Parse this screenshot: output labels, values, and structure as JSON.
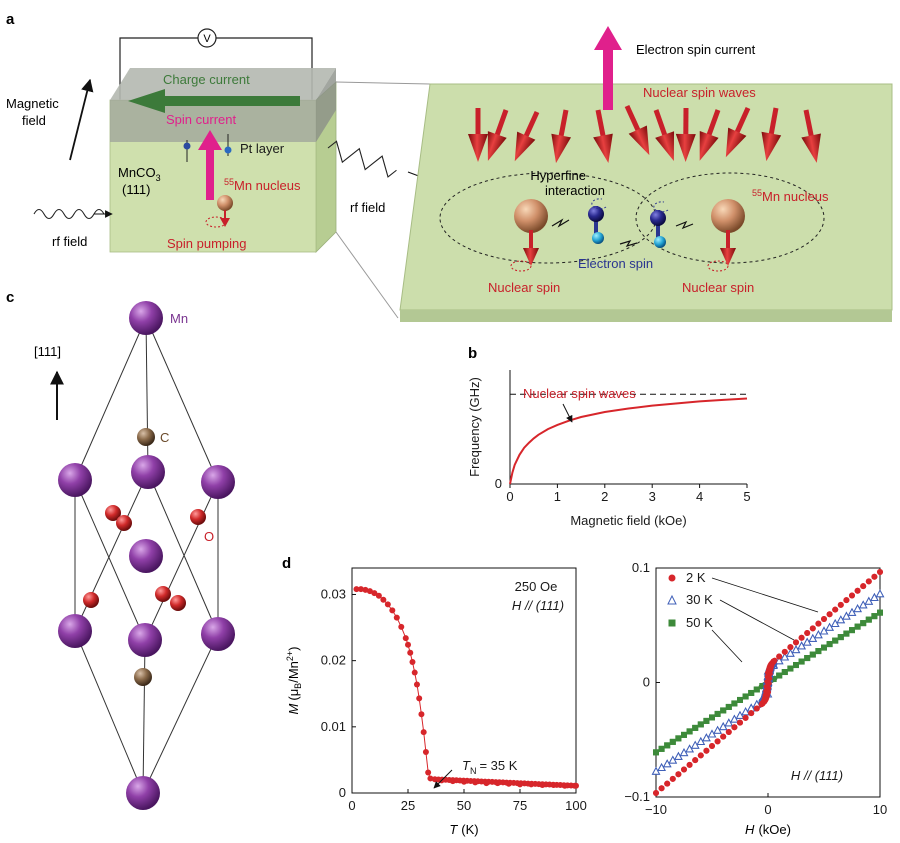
{
  "panels": {
    "a": "a",
    "b": "b",
    "c": "c",
    "d": "d"
  },
  "panel_a": {
    "voltmeter": "V",
    "magnetic_field": [
      "Magnetic",
      "field"
    ],
    "charge_current": "Charge current",
    "spin_current": "Spin current",
    "pt_layer": "Pt layer",
    "sample_name": "MnCO",
    "sample_sub": "3",
    "sample_orientation": "(111)",
    "nucleus_mass": "55",
    "nucleus_label": "Mn nucleus",
    "rf_field": "rf field",
    "spin_pumping": "Spin pumping",
    "electron_spin_current": "Electron spin current",
    "nuclear_spin_waves": "Nuclear spin waves",
    "hyperfine": [
      "Hyperfine",
      "interaction"
    ],
    "electron_spin": "Electron spin",
    "nuclear_spin": "Nuclear spin"
  },
  "panel_c": {
    "direction": "[111]",
    "mn": "Mn",
    "c": "C",
    "o": "O"
  },
  "chart_data": [
    {
      "id": "b",
      "type": "line",
      "x": [
        0,
        0.05,
        0.1,
        0.2,
        0.3,
        0.4,
        0.5,
        0.6,
        0.8,
        1.0,
        1.25,
        1.5,
        2.0,
        2.5,
        3.0,
        3.5,
        4.0,
        4.5,
        5.0
      ],
      "series": [
        {
          "values": [
            0,
            0.08,
            0.135,
            0.205,
            0.255,
            0.29,
            0.32,
            0.345,
            0.385,
            0.415,
            0.445,
            0.47,
            0.505,
            0.53,
            0.55,
            0.565,
            0.58,
            0.59,
            0.6
          ],
          "color": "#d7262b"
        }
      ],
      "asymptote": 0.63,
      "annotation": "Nuclear spin waves",
      "xlabel": "Magnetic field (kOe)",
      "ylabel": "Frequency (GHz)",
      "xticks": [
        "0",
        "1",
        "2",
        "3",
        "4",
        "5"
      ],
      "yticks": [
        "0"
      ],
      "xlim": [
        0,
        5
      ],
      "ylim": [
        0,
        0.8
      ]
    },
    {
      "id": "d-left",
      "type": "scatter",
      "x": [
        2,
        4,
        6,
        8,
        10,
        12,
        14,
        16,
        18,
        20,
        22,
        24,
        25,
        26,
        27,
        28,
        29,
        30,
        31,
        32,
        33,
        34,
        35,
        40,
        45,
        50,
        55,
        60,
        65,
        70,
        75,
        80,
        85,
        90,
        95,
        100
      ],
      "series": [
        {
          "values": [
            0.0308,
            0.0308,
            0.0307,
            0.0305,
            0.0302,
            0.0298,
            0.0292,
            0.0285,
            0.0276,
            0.0265,
            0.0251,
            0.0234,
            0.0224,
            0.0212,
            0.0198,
            0.0182,
            0.0164,
            0.0143,
            0.0119,
            0.0092,
            0.0062,
            0.0031,
            0.0022,
            0.0019,
            0.0018,
            0.0017,
            0.0016,
            0.0015,
            0.0015,
            0.0014,
            0.0013,
            0.0013,
            0.0012,
            0.0012,
            0.0011,
            0.0011
          ],
          "color": "#d7262b"
        }
      ],
      "annotation_tn": "T",
      "annotation_tn_sub": "N",
      "annotation_tn_value": "= 35 K",
      "note_field": "250 Oe",
      "note_axis": "H // (111)",
      "xlabel_var": "T",
      "xlabel_unit": "(K)",
      "ylabel_var": "M",
      "ylabel_unit_a": "(μ",
      "ylabel_unit_b": "B",
      "ylabel_unit_c": "/Mn",
      "ylabel_unit_d": "2+",
      "ylabel_unit_e": ")",
      "xticks": [
        "0",
        "25",
        "50",
        "75",
        "100"
      ],
      "yticks": [
        "0",
        "0.01",
        "0.02",
        "0.03"
      ],
      "xlim": [
        0,
        100
      ],
      "ylim": [
        0,
        0.034
      ]
    },
    {
      "id": "d-right",
      "type": "scatter",
      "series": [
        {
          "name": "2 K",
          "color": "#d7262b",
          "marker": "circle",
          "slope": 0.0082,
          "jump": 0.0145,
          "width": 0.12
        },
        {
          "name": "30 K",
          "color": "#4060b8",
          "marker": "triangle",
          "slope": 0.0065,
          "jump": 0.0125,
          "width": 0.2
        },
        {
          "name": "50 K",
          "color": "#3d8a3a",
          "marker": "square",
          "slope": 0.0061,
          "jump": 0.0,
          "width": 0.3
        }
      ],
      "note_axis": "H // (111)",
      "xlabel_var": "H",
      "xlabel_unit": "(kOe)",
      "xticks": [
        "−10",
        "0",
        "10"
      ],
      "yticks": [
        "−0.1",
        "0",
        "0.1"
      ],
      "xlim": [
        -10,
        10
      ],
      "ylim": [
        -0.1,
        0.1
      ]
    }
  ],
  "colors": {
    "magenta": "#e0208c",
    "red": "#c8202a",
    "green": "#3d7a3a",
    "blue": "#2a3590",
    "slab": "#c9dba9",
    "crystal_mn": "#7a3590"
  }
}
